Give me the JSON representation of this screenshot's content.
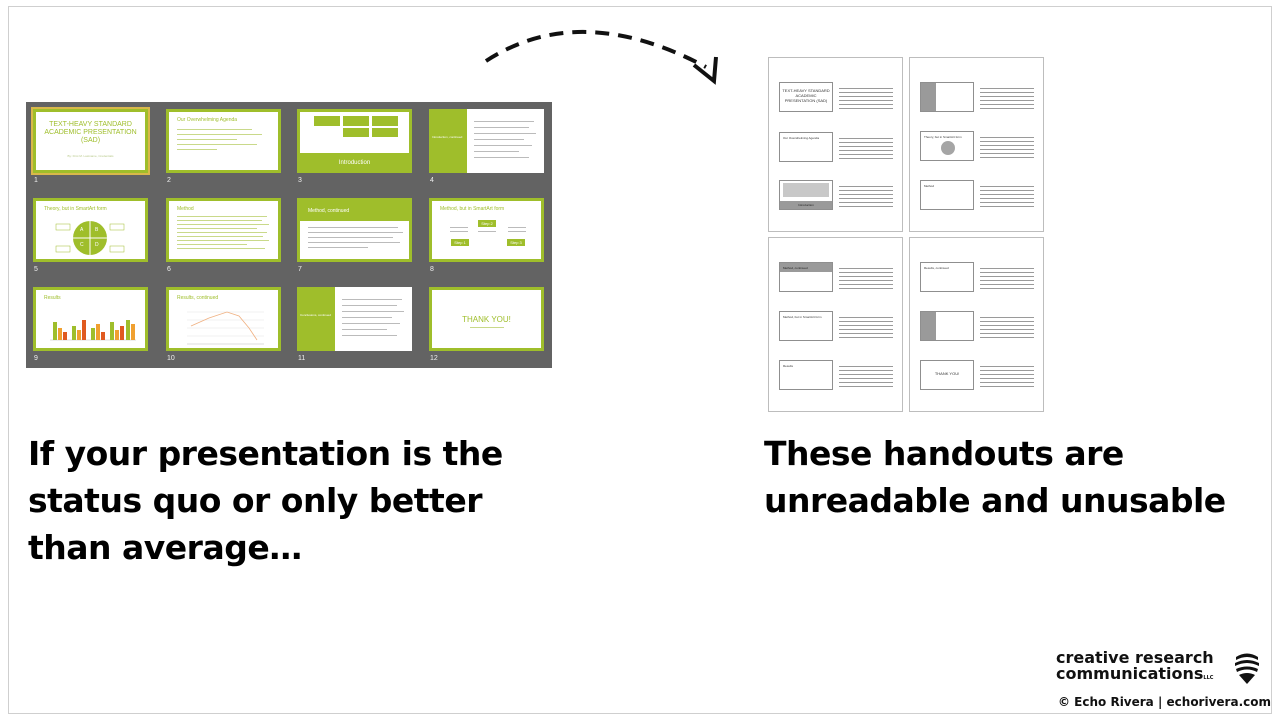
{
  "caption_left": "If your presentation is the status quo or only better than average…",
  "caption_right": "These handouts are unreadable and unusable",
  "sorter": {
    "slides": [
      {
        "num": "1",
        "title": "TEXT-HEAVY STANDARD ACADEMIC PRESENTATION (SAD)",
        "subtitle": "By: First M. Lastname, Credentials"
      },
      {
        "num": "2",
        "title": "Our Overwhelming Agenda"
      },
      {
        "num": "3",
        "title": "Introduction"
      },
      {
        "num": "4",
        "title": "Introduction, continued"
      },
      {
        "num": "5",
        "title": "Theory, but in SmartArt form",
        "cycle_labels": [
          "A",
          "B",
          "C",
          "D"
        ]
      },
      {
        "num": "6",
        "title": "Method"
      },
      {
        "num": "7",
        "title": "Method, continued"
      },
      {
        "num": "8",
        "title": "Method, but in SmartArt form",
        "steps": [
          "Step 1",
          "Step 2",
          "Step 3"
        ]
      },
      {
        "num": "9",
        "title": "Results"
      },
      {
        "num": "10",
        "title": "Results, continued"
      },
      {
        "num": "11",
        "title": "Conclusions, continued"
      },
      {
        "num": "12",
        "title": "THANK YOU!"
      }
    ]
  },
  "handouts": {
    "pages": [
      {
        "slides": [
          "TEXT-HEAVY STANDARD ACADEMIC PRESENTATION (SAD)",
          "Our Overwhelming Agenda",
          "Introduction"
        ]
      },
      {
        "slides": [
          "",
          "Theory, but in SmartArt form",
          "Method"
        ]
      },
      {
        "slides": [
          "Method, continued",
          "Method, but in SmartArt form",
          "Results"
        ]
      },
      {
        "slides": [
          "Results, continued",
          "",
          "THANK YOU!"
        ]
      }
    ]
  },
  "logo": {
    "line1": "creative research",
    "line2": "communications",
    "llc": "LLC",
    "credit": "© Echo Rivera | echorivera.com"
  },
  "colors": {
    "accent": "#9fbe2b",
    "sorter_bg": "#636363"
  }
}
